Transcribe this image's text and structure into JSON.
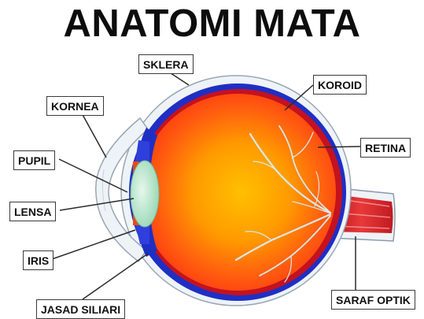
{
  "title": "ANATOMI MATA",
  "labels": {
    "sklera": "SKLERA",
    "koroid": "KOROID",
    "kornea": "KORNEA",
    "retina": "RETINA",
    "pupil": "PUPIL",
    "lensa": "LENSA",
    "iris": "IRIS",
    "saraf_optik": "SARAF OPTIK",
    "jasad_siliari": "JASAD SILIARI"
  },
  "colors": {
    "sclera": "#eef3f8",
    "choroid": "#1f2fc4",
    "retina": "#c4121f",
    "vitreous_inner": "#ffb300",
    "vitreous_outer": "#ff4a10",
    "lens": "#a8e0c0",
    "optic_nerve": "#d6262b",
    "leader_line": "#2a2a2a"
  }
}
